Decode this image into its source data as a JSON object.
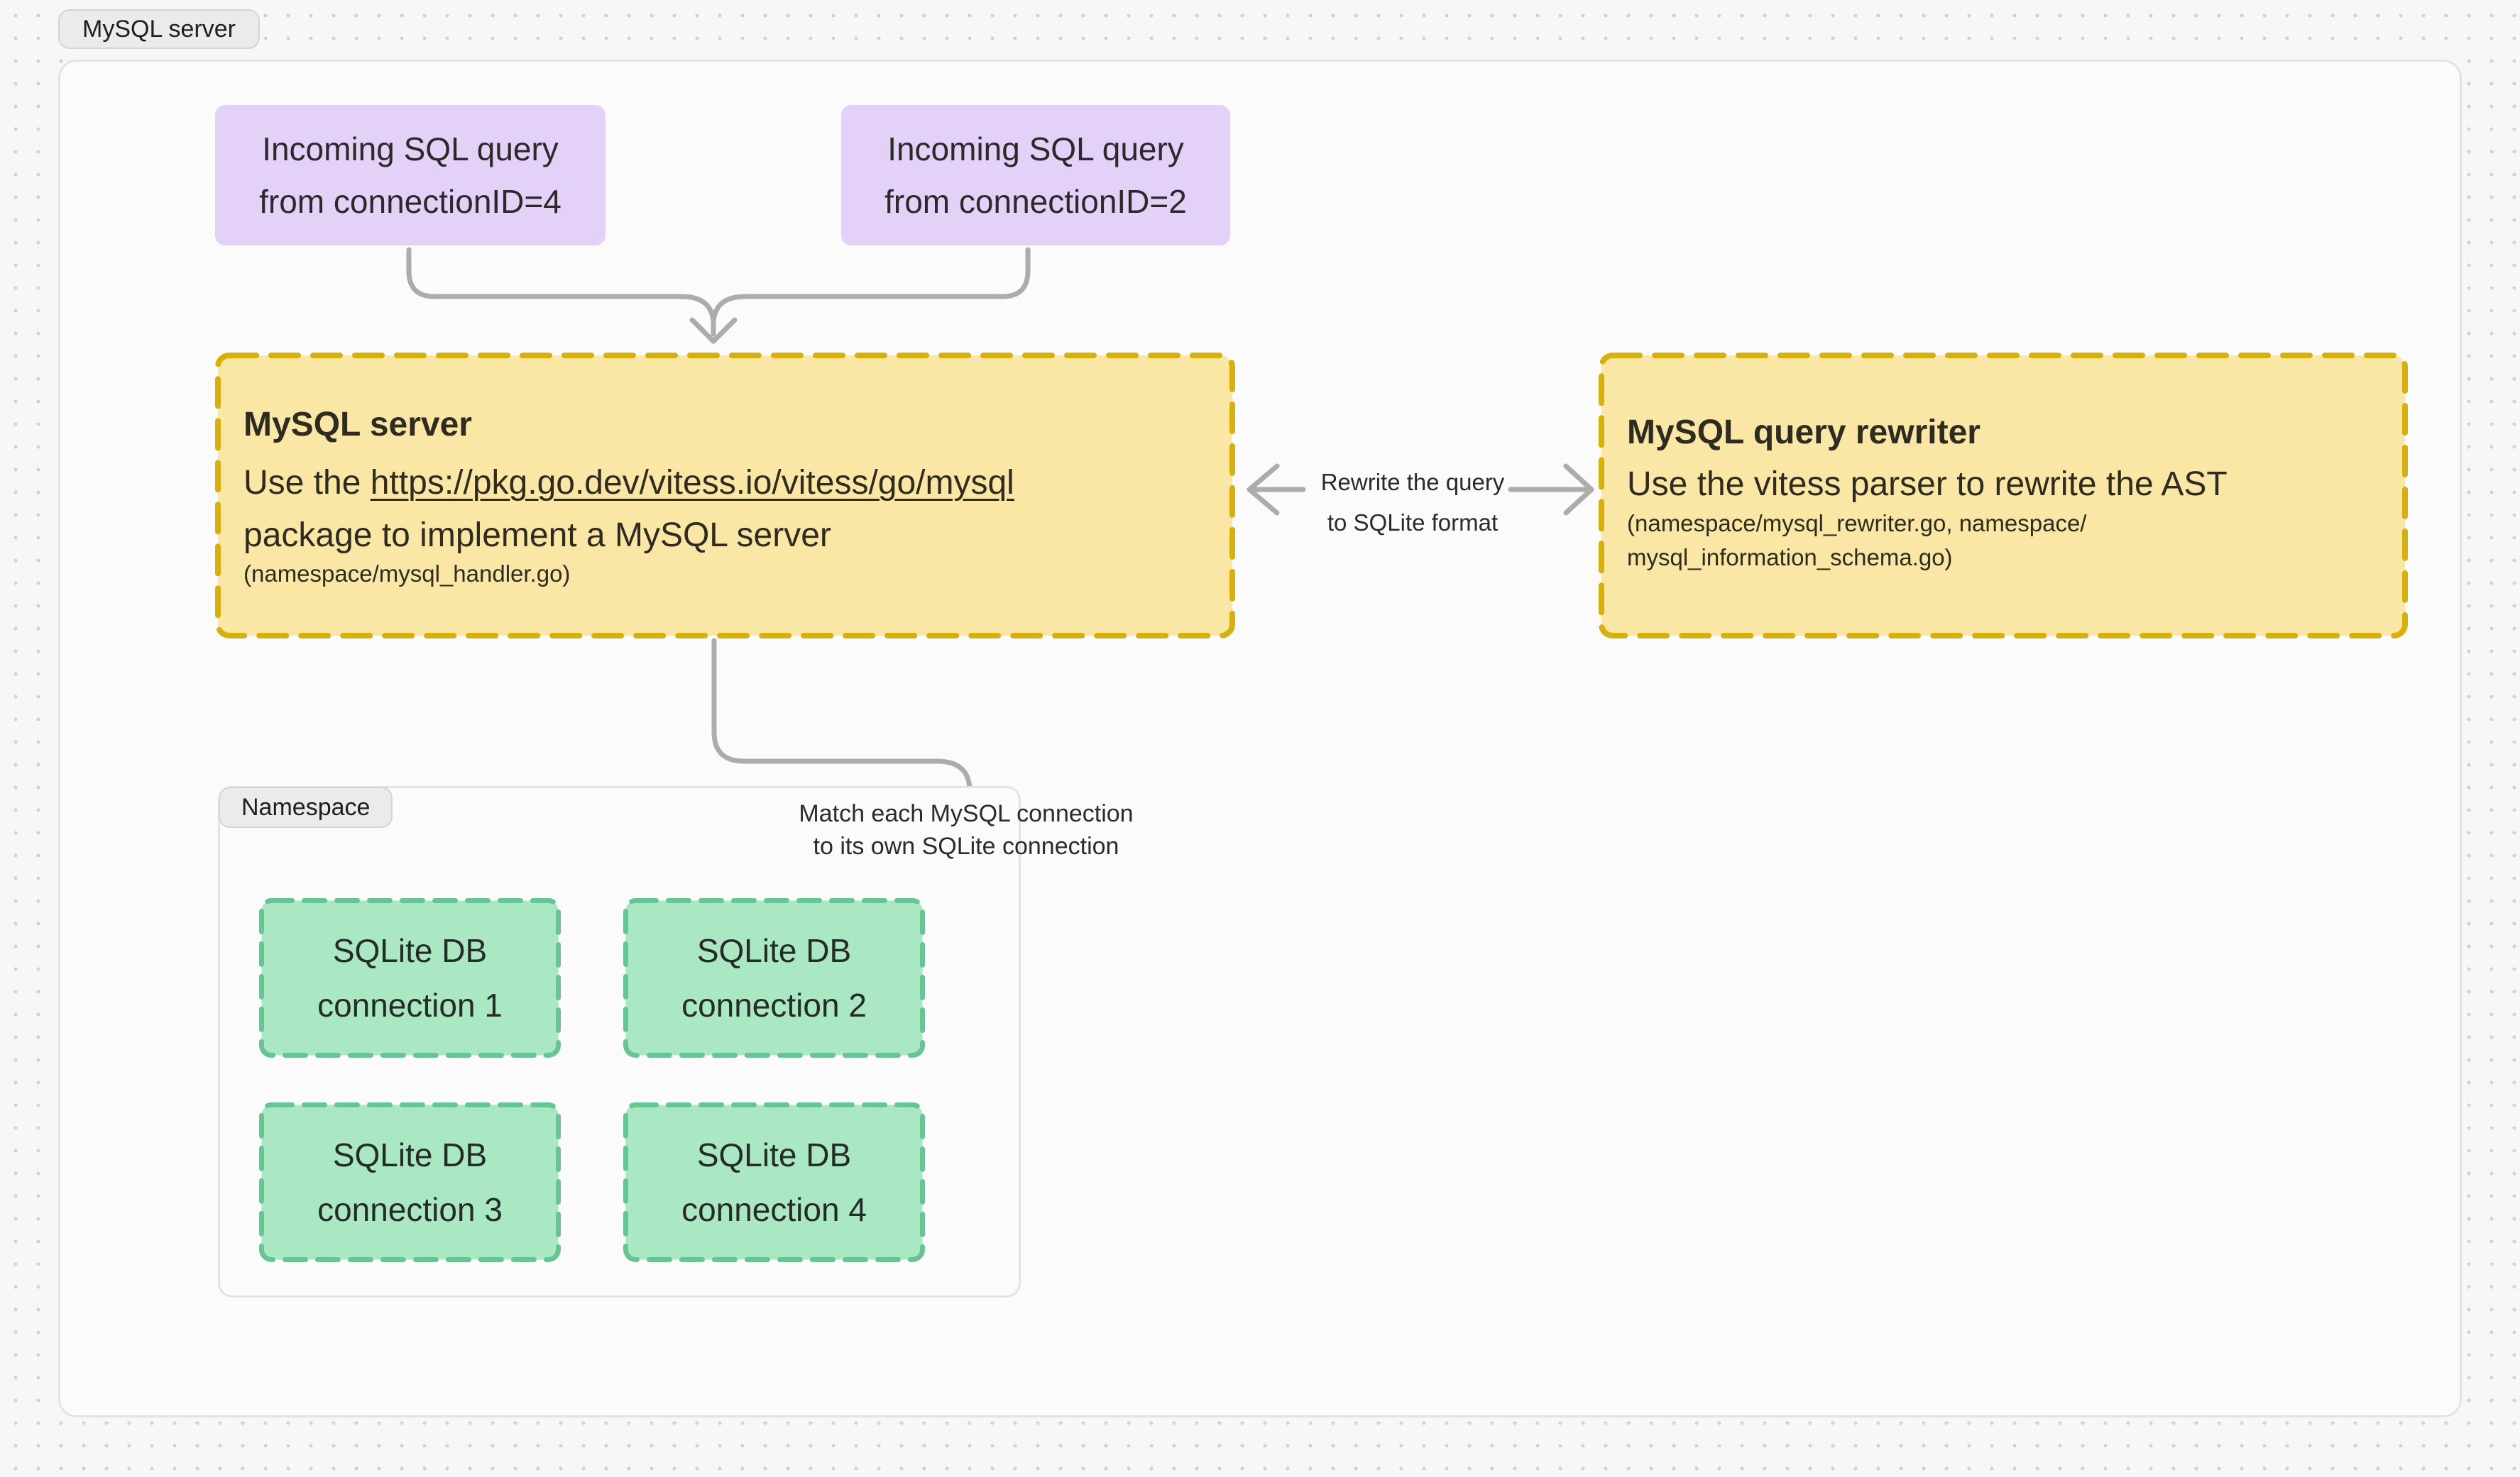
{
  "frame": {
    "label": "MySQL server"
  },
  "boxes": {
    "incoming1": {
      "line1": "Incoming SQL query",
      "line2": "from connectionID=4"
    },
    "incoming2": {
      "line1": "Incoming SQL query",
      "line2": "from connectionID=2"
    },
    "mysql_server": {
      "title": "MySQL server",
      "body_prefix": "Use the ",
      "body_link": "https://pkg.go.dev/vitess.io/vitess/go/mysql",
      "body_line2": "package to implement a MySQL server",
      "note": "(namespace/mysql_handler.go)"
    },
    "rewriter": {
      "title": "MySQL query rewriter",
      "body": "Use the vitess parser to rewrite the AST",
      "note_line1": "(namespace/mysql_rewriter.go, namespace/",
      "note_line2": "mysql_information_schema.go)"
    }
  },
  "namespace": {
    "label": "Namespace",
    "connections": [
      {
        "line1": "SQLite DB",
        "line2": "connection 1"
      },
      {
        "line1": "SQLite DB",
        "line2": "connection 2"
      },
      {
        "line1": "SQLite DB",
        "line2": "connection 3"
      },
      {
        "line1": "SQLite DB",
        "line2": "connection 4"
      }
    ]
  },
  "annotations": {
    "rewrite": {
      "line1": "Rewrite the query",
      "line2": "to SQLite format"
    },
    "match": {
      "line1": "Match each MySQL connection",
      "line2": "to its own SQLite connection"
    }
  },
  "colors": {
    "canvas_bg": "#F7F7F7",
    "grid_dot": "#D2D2D2",
    "frame_bg": "#FBFBFB",
    "frame_border": "#E3E3E3",
    "label_pill_bg": "#EBEBEB",
    "purple_fill": "#E4D1F7",
    "yellow_fill": "#FAE7A5",
    "yellow_border": "#D8B00C",
    "green_fill": "#A9E8C2",
    "green_border": "#66C593",
    "arrow_gray": "#ACACAC",
    "text": "#2A2A2A"
  }
}
